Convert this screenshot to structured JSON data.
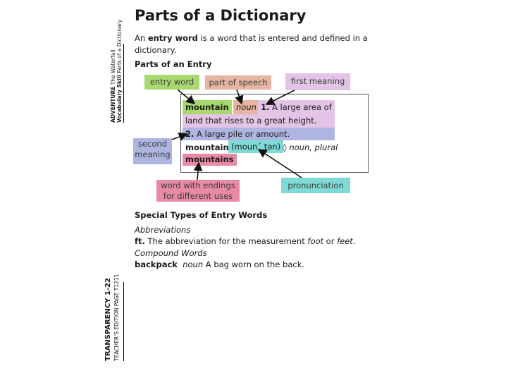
{
  "title": "Parts of a Dictionary",
  "intro": {
    "before": "An ",
    "term": "entry word",
    "after": " is a word that is entered and defined in a dictionary."
  },
  "parts_heading": "Parts of an Entry",
  "labels": {
    "entry_word": "entry word",
    "part_of_speech": "part of speech",
    "first_meaning": "first meaning",
    "second_meaning_1": "second",
    "second_meaning_2": "meaning",
    "endings_1": "word with endings",
    "endings_2": "for different uses",
    "pronunciation": "pronunciation"
  },
  "entry": {
    "word": "mountain",
    "pos": "noun",
    "def1_num": "1.",
    "def1_a": " A large area of",
    "def1_b": "land that rises to a great height.",
    "def2_num": "2.",
    "def2": " A large pile or amount.",
    "word2": "mountain",
    "pron": "(moun´ tən)",
    "diamond": "◊",
    "plural": "noun, plural",
    "plural_form": "mountains"
  },
  "special": {
    "heading": "Special Types of Entry Words",
    "abbr_heading": "Abbreviations",
    "abbr_term": "ft.",
    "abbr_text_1": "  The abbreviation for the measurement ",
    "abbr_foot": "foot",
    "abbr_or": " or ",
    "abbr_feet": "feet",
    "abbr_end": ".",
    "compound_heading": "Compound Words",
    "compound_term": "backpack",
    "compound_pos": "noun",
    "compound_text": "  A bag worn on the back."
  },
  "sidebar_top": {
    "line1_bold": "ADVENTURE",
    "line1_rest": " The Waterfall",
    "line2_bold": "Vocabulary Skill",
    "line2_rest": " Parts of a Dictionary"
  },
  "sidebar_bottom": {
    "line1": "TRANSPARENCY 1-22",
    "line2": "TEACHER'S EDITION PAGE T1211"
  },
  "colors": {
    "green": "#a9d86e",
    "peach": "#e6b4a0",
    "lavender": "#e3c4e6",
    "blue": "#aeb5e0",
    "teal": "#7fdad6",
    "pink": "#e98aa4"
  }
}
